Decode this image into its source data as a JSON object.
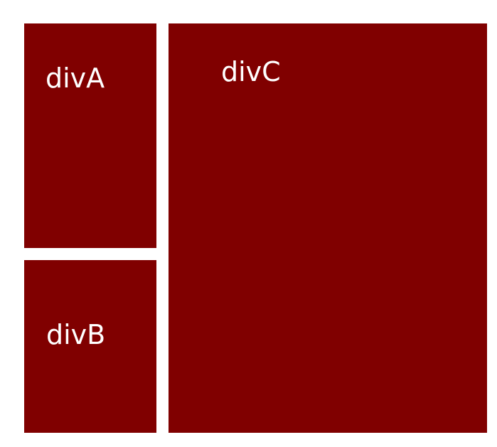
{
  "colors": {
    "background": "#ffffff",
    "box_fill": "#800000",
    "label_text": "#ffffff"
  },
  "boxes": {
    "a": {
      "label": "divA"
    },
    "b": {
      "label": "divB"
    },
    "c": {
      "label": "divC"
    }
  }
}
